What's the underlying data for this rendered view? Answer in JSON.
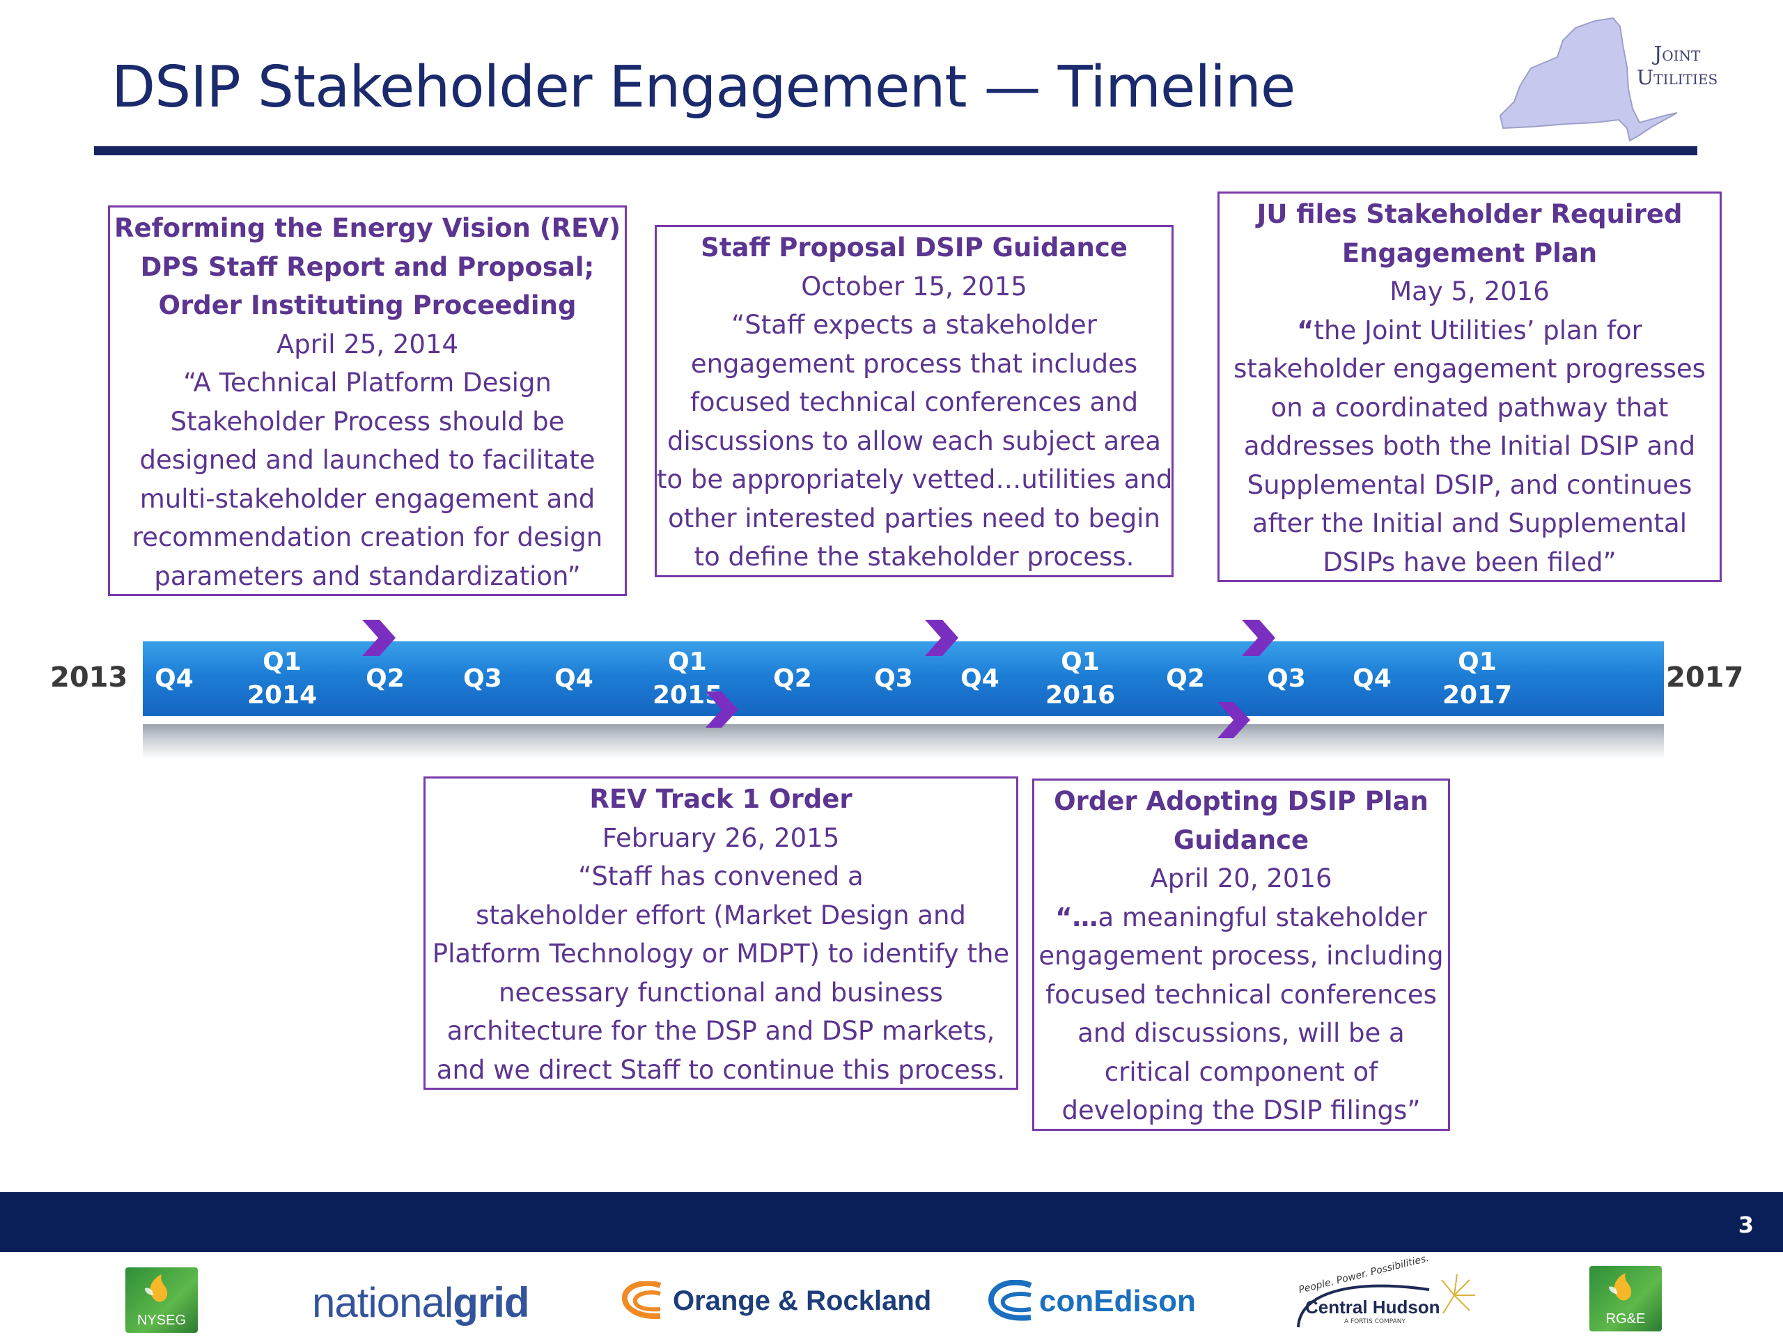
{
  "header": {
    "title": "DSIP Stakeholder Engagement — Timeline",
    "logo_line1": "Joint",
    "logo_line2": "Utilities"
  },
  "boxes": {
    "rev_report": {
      "title_lines": [
        "Reforming the Energy Vision (REV)",
        "DPS Staff Report and Proposal;",
        "Order Instituting Proceeding"
      ],
      "date": "April 25, 2014",
      "quote_lines": [
        "“A Technical Platform Design",
        "Stakeholder Process should be",
        "designed and launched to facilitate",
        "multi-stakeholder engagement and",
        "recommendation creation for design",
        "parameters and standardization”"
      ]
    },
    "staff_proposal": {
      "title_lines": [
        "Staff Proposal DSIP Guidance"
      ],
      "date": "October 15, 2015",
      "quote_lines": [
        "“Staff expects a stakeholder",
        "engagement process that includes",
        "focused technical conferences and",
        "discussions to allow each subject area",
        "to be appropriately vetted…utilities and",
        "other interested parties need to begin",
        "to define the stakeholder process."
      ]
    },
    "ju_files": {
      "title_lines": [
        "JU files Stakeholder Required",
        "Engagement Plan"
      ],
      "date": "May 5, 2016",
      "quote_open": "“",
      "quote_lines": [
        "the Joint Utilities’ plan for",
        "stakeholder engagement progresses",
        "on a coordinated pathway that",
        "addresses both the Initial DSIP and",
        "Supplemental DSIP, and continues",
        "after the Initial and Supplemental",
        "DSIPs have been filed”"
      ]
    },
    "track1": {
      "title_lines": [
        "REV Track 1 Order"
      ],
      "date": "February 26, 2015",
      "quote_lines": [
        "“Staff has convened a",
        "stakeholder effort (Market Design and",
        "Platform Technology or MDPT) to identify the",
        "necessary functional and business",
        "architecture for the DSP and DSP markets,",
        "and we direct Staff to continue this process."
      ]
    },
    "order_adopting": {
      "title_lines": [
        "Order Adopting DSIP Plan",
        "Guidance"
      ],
      "date": "April 20, 2016",
      "quote_open": "“…",
      "quote_lines": [
        "a meaningful stakeholder",
        "engagement process, including",
        "focused technical conferences",
        "and discussions, will be a",
        "critical component of",
        "developing the DSIP filings”"
      ]
    }
  },
  "timeline": {
    "start_year": "2013",
    "end_year": "2017",
    "ticks": [
      {
        "q": "Q4",
        "y": ""
      },
      {
        "q": "Q1",
        "y": "2014"
      },
      {
        "q": "Q2",
        "y": ""
      },
      {
        "q": "Q3",
        "y": ""
      },
      {
        "q": "Q4",
        "y": ""
      },
      {
        "q": "Q1",
        "y": "2015"
      },
      {
        "q": "Q2",
        "y": ""
      },
      {
        "q": "Q3",
        "y": ""
      },
      {
        "q": "Q4",
        "y": ""
      },
      {
        "q": "Q1",
        "y": "2016"
      },
      {
        "q": "Q2",
        "y": ""
      },
      {
        "q": "Q3",
        "y": ""
      },
      {
        "q": "Q4",
        "y": ""
      },
      {
        "q": "Q1",
        "y": "2017"
      }
    ],
    "bar_color": "#1d7ed6",
    "marker_color": "#7b2fc0"
  },
  "footer": {
    "page_number": "3",
    "logos": {
      "nyseg": "NYSEG",
      "national_grid_a": "national",
      "national_grid_b": "grid",
      "orange_rockland": "Orange & Rockland",
      "con_edison": "conEdison",
      "central_hudson": "Central Hudson",
      "central_hudson_tagline": "People. Power. Possibilities.",
      "central_hudson_sub": "A FORTIS COMPANY",
      "rge": "RG&E"
    }
  }
}
